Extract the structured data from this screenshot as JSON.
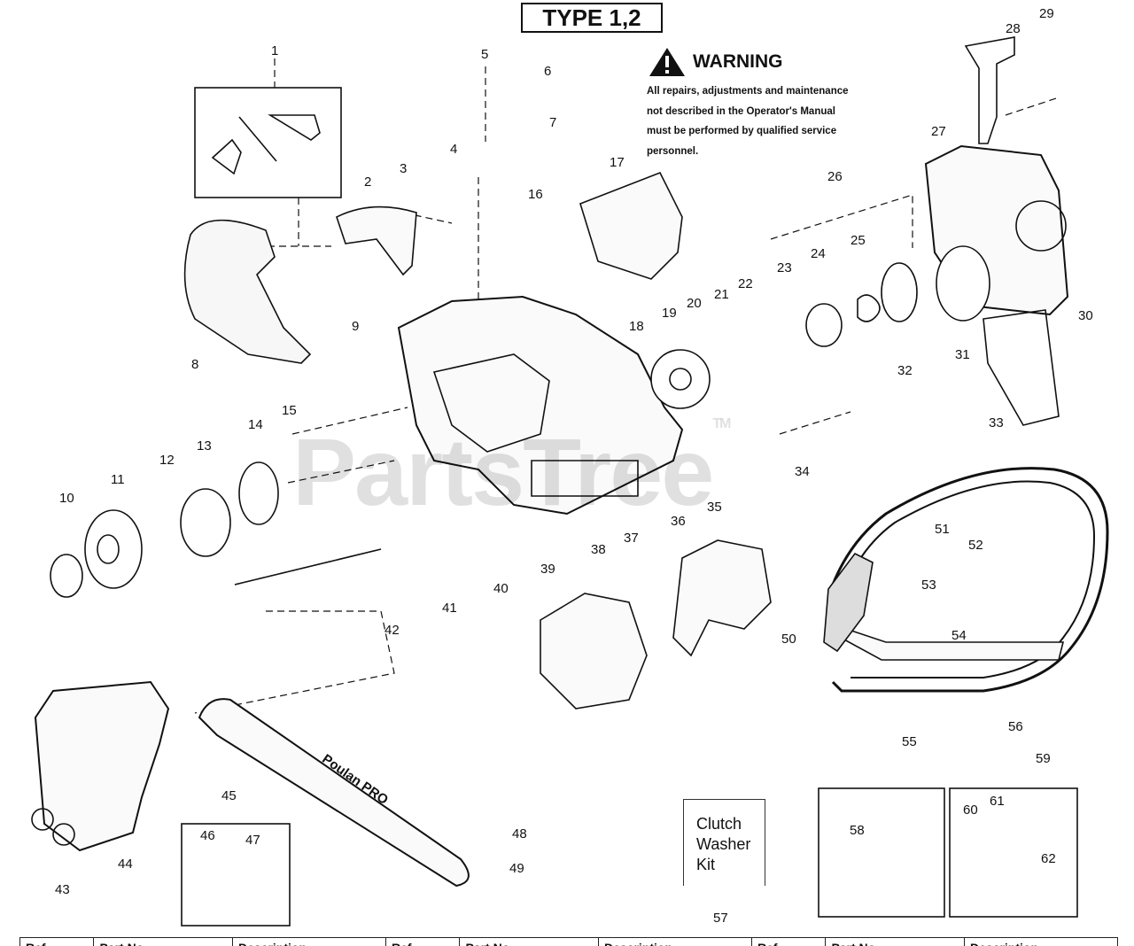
{
  "diagram": {
    "type_label": "TYPE 1,2",
    "warning": {
      "heading": "WARNING",
      "lines": [
        "All repairs, adjustments and maintenance",
        "not described in the Operator's Manual",
        "must be performed by qualified service",
        "personnel."
      ]
    },
    "kit_label": [
      "Clutch",
      "Washer",
      "Kit"
    ],
    "watermark": "PartsTree",
    "watermark_tm": "TM",
    "brand_on_bar": "Poulan PRO",
    "part_numbers": [
      "1",
      "2",
      "3",
      "4",
      "5",
      "6",
      "7",
      "8",
      "9",
      "10",
      "11",
      "12",
      "13",
      "14",
      "15",
      "16",
      "17",
      "18",
      "19",
      "20",
      "21",
      "22",
      "23",
      "24",
      "25",
      "26",
      "27",
      "28",
      "29",
      "30",
      "31",
      "32",
      "33",
      "34",
      "35",
      "36",
      "37",
      "38",
      "39",
      "40",
      "41",
      "42",
      "43",
      "44",
      "45",
      "46",
      "47",
      "48",
      "49",
      "50",
      "51",
      "52",
      "53",
      "54",
      "55",
      "56",
      "57",
      "58",
      "59",
      "60",
      "61",
      "62"
    ]
  },
  "table_header": [
    "Ref",
    "Part No.",
    "Description",
    "Ref",
    "Part No.",
    "Description",
    "Ref",
    "Part No.",
    "Description"
  ]
}
